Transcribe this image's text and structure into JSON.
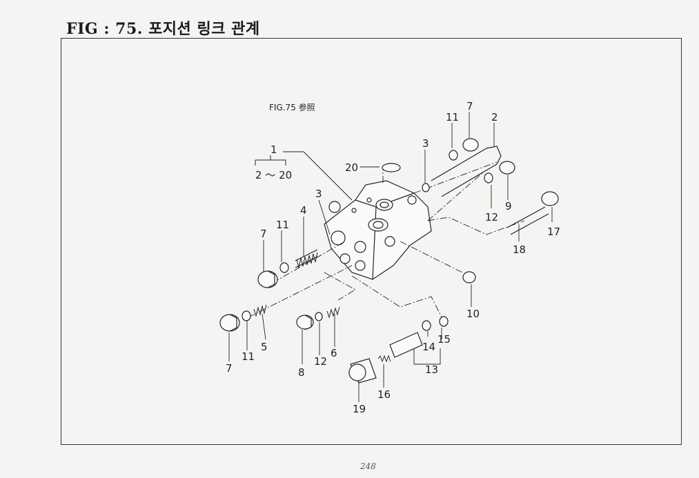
{
  "title": "FIG : 75. 포지션 링크 관계",
  "reference_note": "FIG.75 参照",
  "assembly_label": "1",
  "assembly_range": "2 ～ 20",
  "callouts": {
    "c2": "2",
    "c3a": "3",
    "c3b": "3",
    "c4": "4",
    "c5": "5",
    "c6": "6",
    "c7a": "7",
    "c7b": "7",
    "c7c": "7",
    "c8": "8",
    "c9": "9",
    "c10": "10",
    "c11a": "11",
    "c11b": "11",
    "c11c": "11",
    "c12a": "12",
    "c12b": "12",
    "c13": "13",
    "c14": "14",
    "c15": "15",
    "c16": "16",
    "c17": "17",
    "c18": "18",
    "c19": "19",
    "c20": "20"
  },
  "page_number": "248"
}
